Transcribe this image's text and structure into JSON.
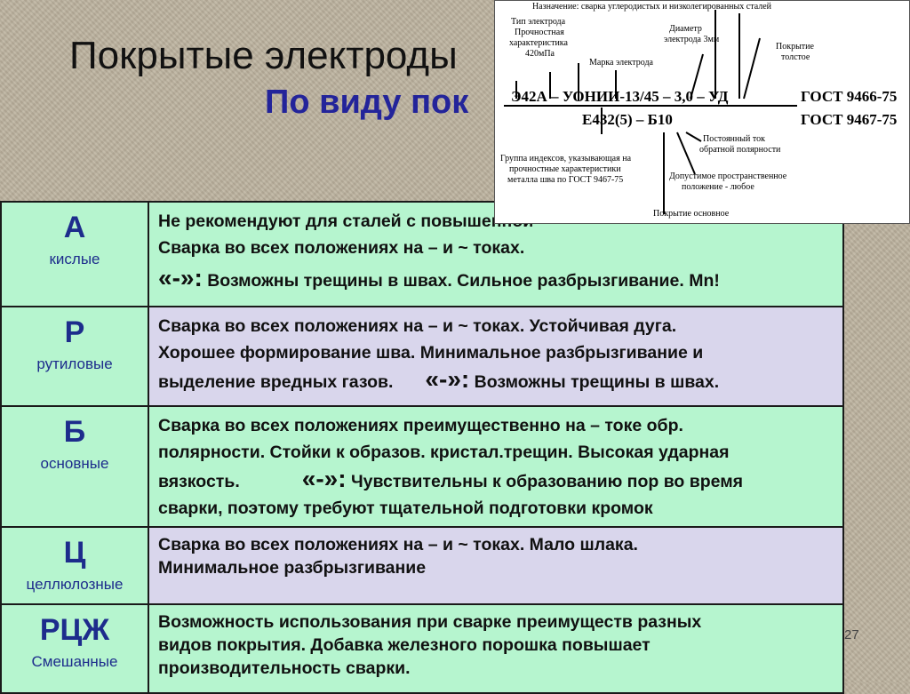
{
  "slide": {
    "title": "Покрытые электроды",
    "subtitle": "По виду пок",
    "page_number": "27"
  },
  "inset": {
    "purpose": "Назначение: сварка углеродистых и низколегированных сталей",
    "type_label": "Тип электрода",
    "strength_label_1": "Прочностная",
    "strength_label_2": "характеристика",
    "strength_value": "420мПа",
    "brand_label": "Марка электрода",
    "diameter_label_1": "Диаметр",
    "diameter_label_2": "электрода 3мм",
    "coating_label_1": "Покрытие",
    "coating_label_2": "толстое",
    "formula_main": "Э42А – УОНИИ-13/45 – 3,0 – УД",
    "formula_sub": "Е432(5) – Б10",
    "gost1": "ГОСТ 9466-75",
    "gost2": "ГОСТ 9467-75",
    "current_label_1": "Постоянный ток",
    "current_label_2": "обратной полярности",
    "index_group_1": "Группа индексов, указывающая на",
    "index_group_2": "прочностные характеристики",
    "index_group_3": "металла шва по ГОСТ 9467-75",
    "position_label_1": "Допустимое пространственное",
    "position_label_2": "положение - любое",
    "basic_coating": "Покрытие основное"
  },
  "rows": [
    {
      "letter": "А",
      "name": "кислые",
      "lines": [
        "Не рекомендуют для сталей с повышенной",
        "Сварка во всех положениях на – и ~ токах."
      ],
      "minus_mark": "«-»:",
      "minus_text": " Возможны трещины в швах. Сильное разбрызгивание. Mn!"
    },
    {
      "letter": "Р",
      "name": "рутиловые",
      "lines": [
        "Сварка во всех положениях на – и ~ токах. Устойчивая дуга.",
        "Хорошее формирование шва.  Минимальное разбрызгивание и"
      ],
      "line3": "выделение вредных газов.",
      "minus_mark": "«-»:",
      "minus_text": " Возможны трещины в швах."
    },
    {
      "letter": "Б",
      "name": "основные",
      "lines": [
        " Сварка во всех положениях преимущественно на – токе обр.",
        "полярности. Стойки к образов. кристал.трещин. Высокая ударная"
      ],
      "line3": "вязкость.",
      "minus_mark": "«-»:",
      "minus_text": " Чувствительны к образованию пор во время",
      "line4": "сварки, поэтому требуют тщательной подготовки кромок"
    },
    {
      "letter": "Ц",
      "name": "целлюлозные",
      "lines": [
        "Сварка во всех положениях на – и ~ токах. Мало шлака.",
        "Минимальное разбрызгивание"
      ]
    },
    {
      "letter": "РЦЖ",
      "name": "Смешанные",
      "lines": [
        "Возможность использования при сварке преимуществ разных",
        "видов покрытия.     Добавка железного порошка повышает",
        "производительность сварки."
      ]
    }
  ]
}
